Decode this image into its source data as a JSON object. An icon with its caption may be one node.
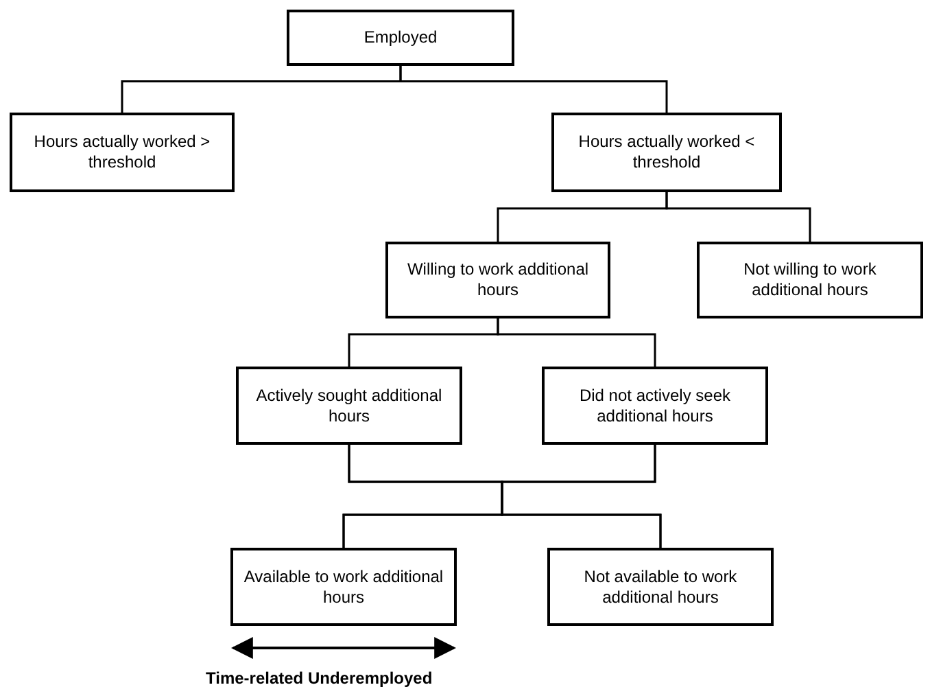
{
  "diagram": {
    "nodes": [
      {
        "text": [
          "Employed"
        ]
      },
      {
        "text": [
          "Hours actually worked > threshold"
        ]
      },
      {
        "text": [
          "Hours actually worked < threshold"
        ]
      },
      {
        "text": [
          "Willing to work additional hours"
        ]
      },
      {
        "text": [
          "Not willing to work additional hours"
        ]
      },
      {
        "text": [
          "Actively sought additional hours"
        ]
      },
      {
        "text": [
          "Did not actively seek additional hours"
        ]
      },
      {
        "text": [
          "Available to work additional hours"
        ]
      },
      {
        "text": [
          "Not available to work additional hours"
        ]
      }
    ],
    "edges": [
      {
        "from": 0,
        "to": 1,
        "arrow": "none"
      },
      {
        "from": 0,
        "to": 2,
        "arrow": "none"
      },
      {
        "from": 2,
        "to": 3,
        "arrow": "none"
      },
      {
        "from": 2,
        "to": 4,
        "arrow": "none"
      },
      {
        "from": 3,
        "to": 5,
        "arrow": "none"
      },
      {
        "from": 3,
        "to": 6,
        "arrow": "none"
      },
      {
        "from": 5,
        "to": 7,
        "arrow": "none"
      },
      {
        "from": 5,
        "to": 8,
        "arrow": "none"
      },
      {
        "from": 6,
        "to": 7,
        "arrow": "none"
      },
      {
        "from": 6,
        "to": 8,
        "arrow": "none"
      }
    ],
    "labels": [
      "Time-related Underemployed"
    ]
  }
}
